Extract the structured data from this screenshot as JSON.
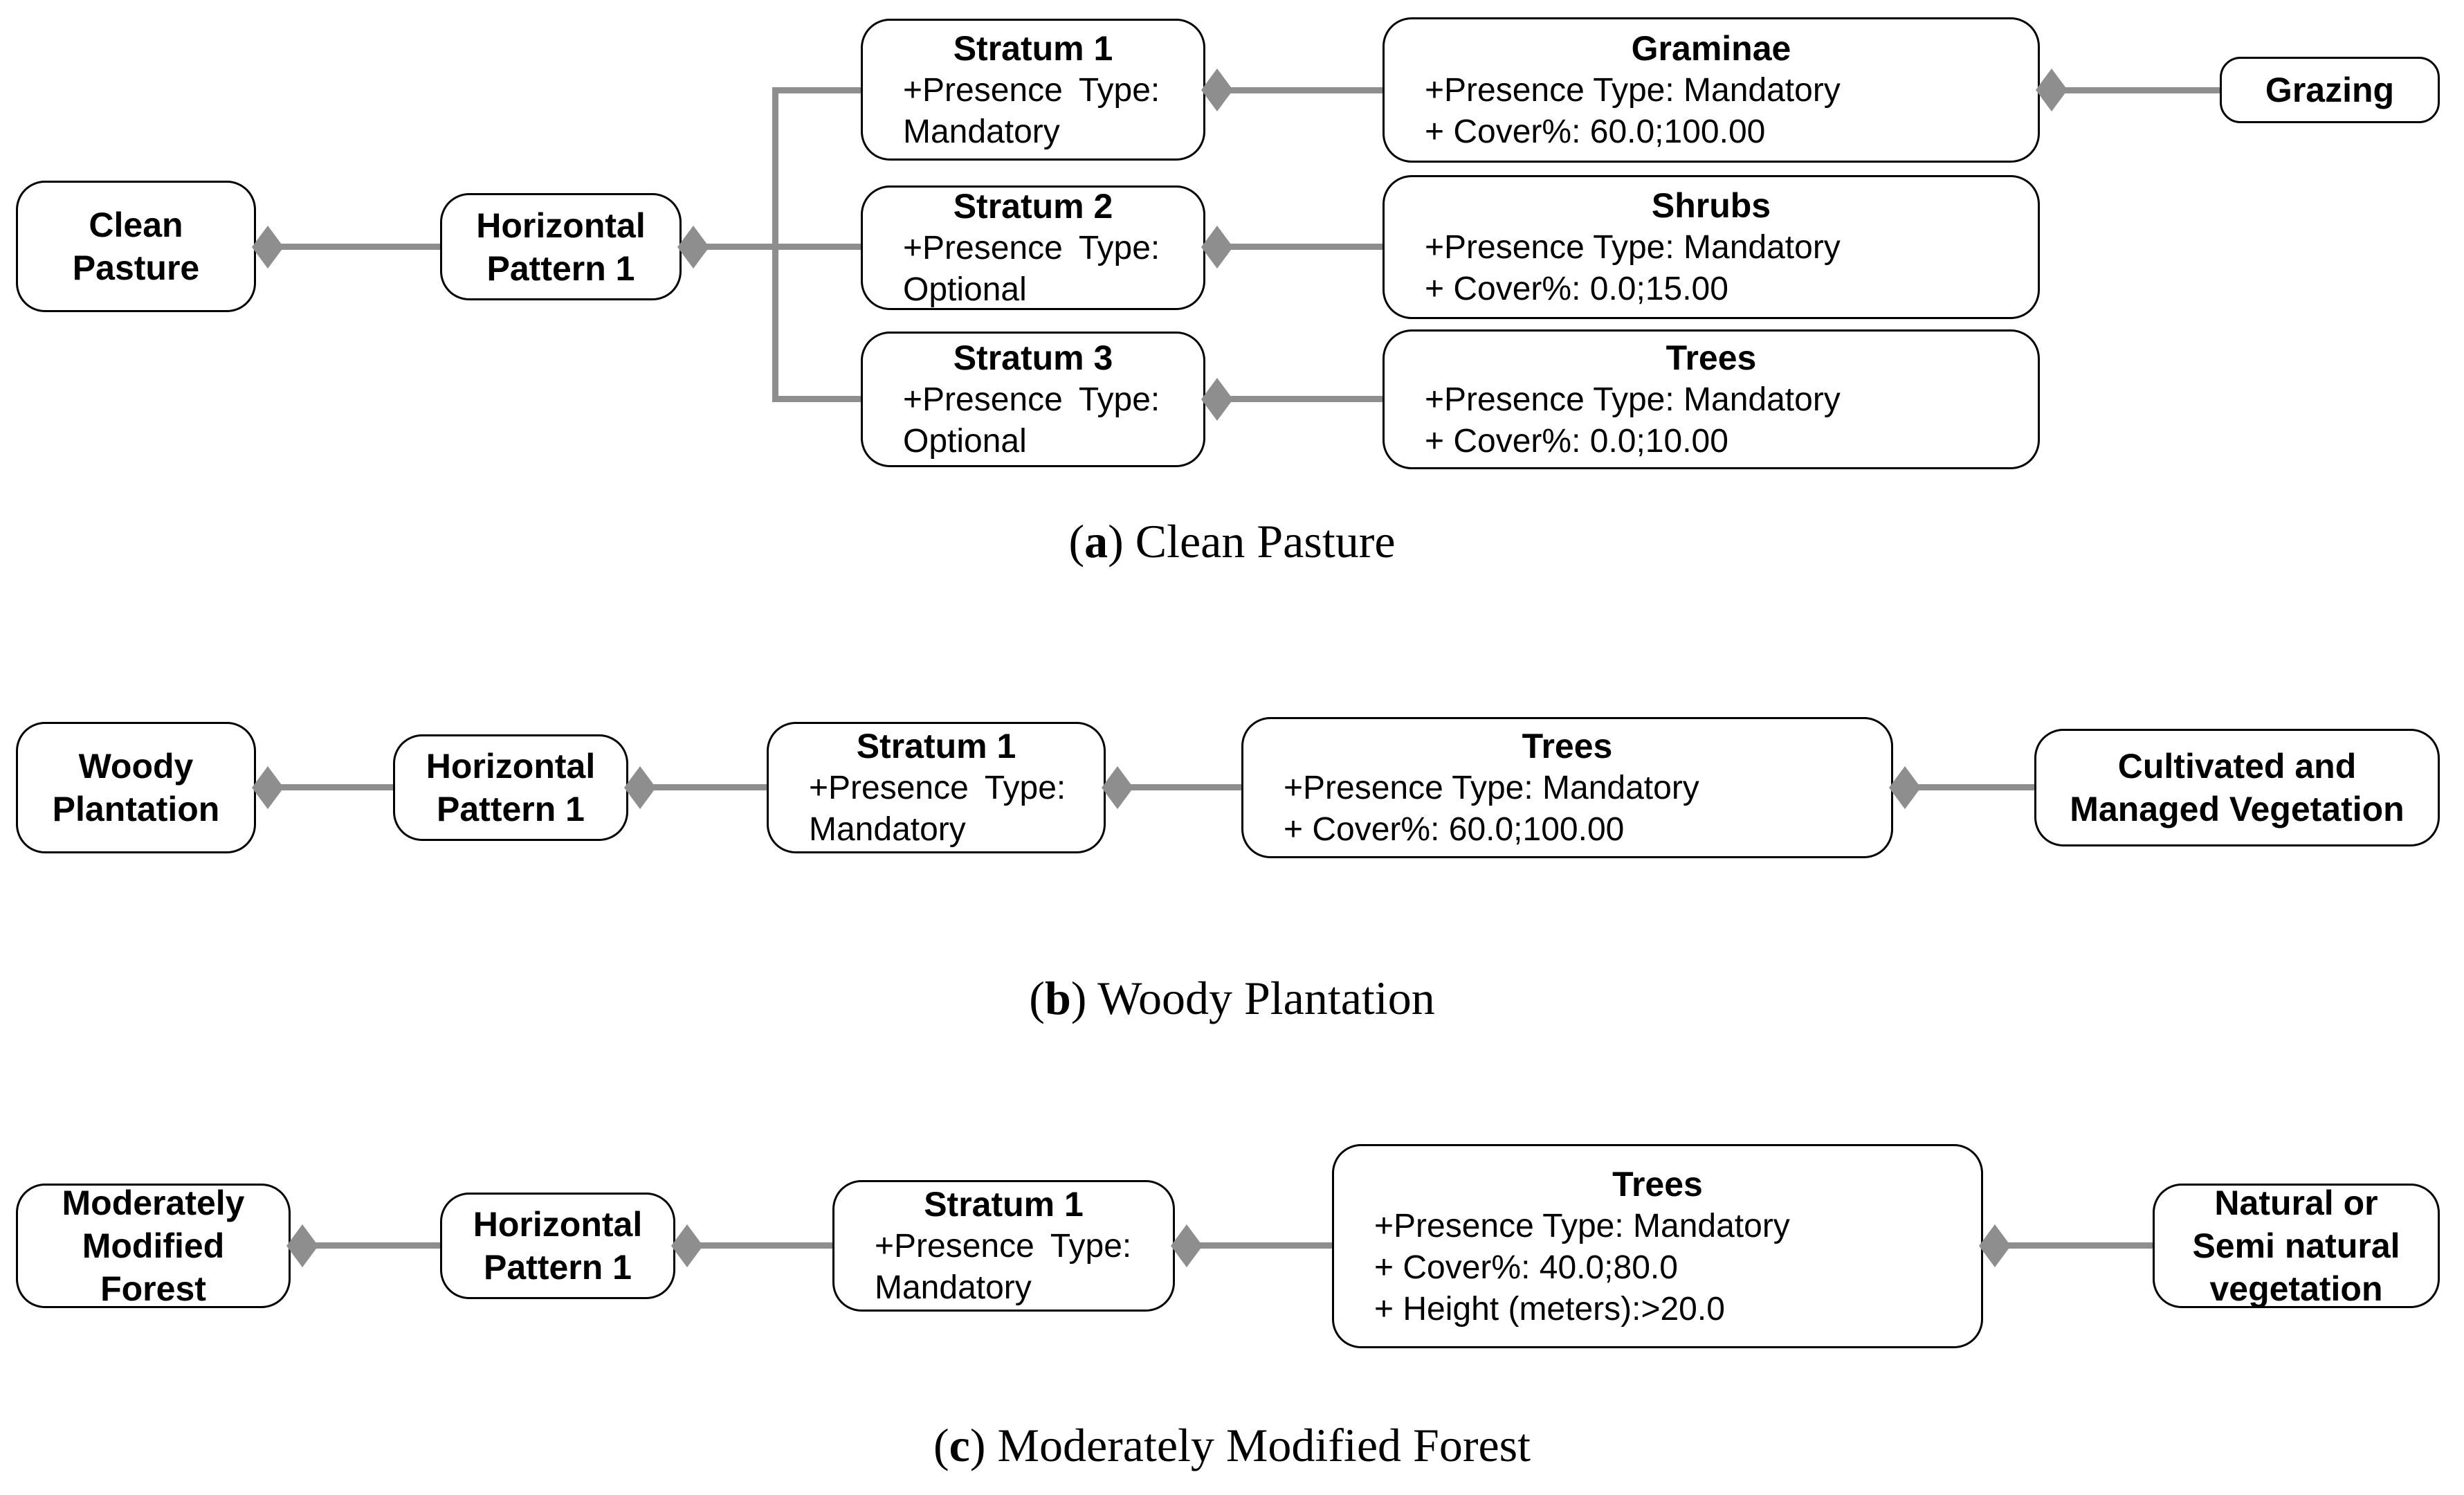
{
  "colors": {
    "connector": "#8e8e8e",
    "box_border": "#000000",
    "box_background": "#ffffff",
    "text": "#000000"
  },
  "captions": {
    "a": {
      "open": "(",
      "letter": "a",
      "close": ")",
      "text": "Clean Pasture"
    },
    "b": {
      "open": "(",
      "letter": "b",
      "close": ")",
      "text": "Woody Plantation"
    },
    "c": {
      "open": "(",
      "letter": "c",
      "close": ")",
      "text": "Moderately Modified Forest"
    }
  },
  "panel_a": {
    "root": "Clean Pasture",
    "pattern": "Horizontal Pattern 1",
    "strata": [
      {
        "title": "Stratum 1",
        "lines": [
          "+Presence Type:",
          "Mandatory"
        ]
      },
      {
        "title": "Stratum 2",
        "lines": [
          "+Presence Type:",
          "Optional"
        ]
      },
      {
        "title": "Stratum 3",
        "lines": [
          "+Presence Type:",
          "Optional"
        ]
      }
    ],
    "components": [
      {
        "title": "Graminae",
        "lines": [
          "+Presence Type: Mandatory",
          "+ Cover%: 60.0;100.00"
        ]
      },
      {
        "title": "Shrubs",
        "lines": [
          "+Presence Type: Mandatory",
          "+ Cover%: 0.0;15.00"
        ]
      },
      {
        "title": "Trees",
        "lines": [
          "+Presence Type: Mandatory",
          "+ Cover%: 0.0;10.00"
        ]
      }
    ],
    "result": "Grazing"
  },
  "panel_b": {
    "root": "Woody Plantation",
    "pattern": "Horizontal Pattern 1",
    "stratum": {
      "title": "Stratum 1",
      "lines": [
        "+Presence Type:",
        "Mandatory"
      ]
    },
    "component": {
      "title": "Trees",
      "lines": [
        "+Presence Type: Mandatory",
        "+ Cover%: 60.0;100.00"
      ]
    },
    "result": "Cultivated and Managed Vegetation"
  },
  "panel_c": {
    "root": "Moderately Modified Forest",
    "pattern": "Horizontal Pattern 1",
    "stratum": {
      "title": "Stratum 1",
      "lines": [
        "+Presence Type:",
        "Mandatory"
      ]
    },
    "component": {
      "title": "Trees",
      "lines": [
        "+Presence Type: Mandatory",
        "+ Cover%: 40.0;80.0",
        "+ Height (meters):>20.0"
      ]
    },
    "result": "Natural or Semi natural vegetation"
  }
}
